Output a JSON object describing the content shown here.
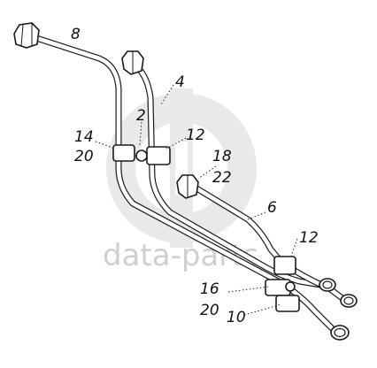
{
  "watermark": {
    "text": "data-parts",
    "color": "#d3d3d3"
  },
  "callouts": {
    "c8": "8",
    "c4": "4",
    "c2": "2",
    "c14": "14",
    "c20a": "20",
    "c12a": "12",
    "c18": "18",
    "c22": "22",
    "c6": "6",
    "c12b": "12",
    "c16": "16",
    "c20b": "20",
    "c10": "10"
  }
}
